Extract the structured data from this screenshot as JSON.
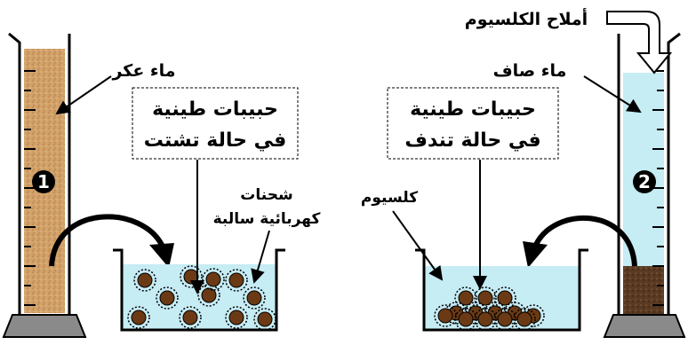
{
  "left_setup": {
    "cylinder_number": "1",
    "water_label": "ماء عكر",
    "box_title_line1": "حبيبات طينية",
    "box_title_line2": "في حالة تشتت",
    "charges_label_line1": "شحنات",
    "charges_label_line2": "كهربائية سالبة"
  },
  "right_setup": {
    "cylinder_number": "2",
    "salts_label": "أملاح الكلسيوم",
    "water_label": "ماء صاف",
    "box_title_line1": "حبيبات طينية",
    "box_title_line2": "في حالة تندف",
    "calcium_label": "كلسيوم"
  },
  "colors": {
    "turbid_water": "#d2a26a",
    "clear_water": "#c6ecf4",
    "clay_particle": "#6b3a14",
    "sediment": "#5a3a22",
    "base": "#8a8a8a"
  }
}
